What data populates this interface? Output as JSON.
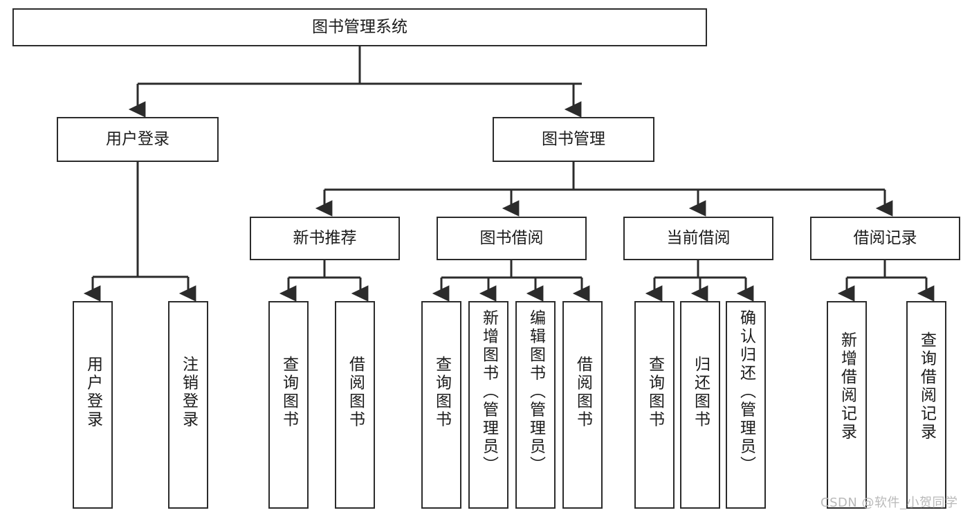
{
  "diagram": {
    "type": "tree",
    "title": "图书管理系统",
    "watermark": "CSDN @软件_小贺同学",
    "colors": {
      "background": "#ffffff",
      "stroke": "#2b2b2b",
      "text": "#1b1b1b",
      "watermark": "#b9b9b9"
    },
    "nodes": {
      "root": {
        "label": "图书管理系统",
        "orientation": "horizontal"
      },
      "level2": [
        {
          "label": "用户登录",
          "orientation": "horizontal"
        },
        {
          "label": "图书管理",
          "orientation": "horizontal"
        }
      ],
      "level3": [
        {
          "label": "新书推荐",
          "orientation": "horizontal"
        },
        {
          "label": "图书借阅",
          "orientation": "horizontal"
        },
        {
          "label": "当前借阅",
          "orientation": "horizontal"
        },
        {
          "label": "借阅记录",
          "orientation": "horizontal"
        }
      ],
      "leaves_user_login": [
        {
          "label": "用户登录",
          "orientation": "vertical"
        },
        {
          "label": "注销登录",
          "orientation": "vertical"
        }
      ],
      "leaves_new_book": [
        {
          "label": "查询图书",
          "orientation": "vertical"
        },
        {
          "label": "借阅图书",
          "orientation": "vertical"
        }
      ],
      "leaves_borrow": [
        {
          "label": "查询图书",
          "orientation": "vertical"
        },
        {
          "label": "新增图书（管理员）",
          "orientation": "vertical"
        },
        {
          "label": "编辑图书（管理员）",
          "orientation": "vertical"
        },
        {
          "label": "借阅图书",
          "orientation": "vertical"
        }
      ],
      "leaves_current": [
        {
          "label": "查询图书",
          "orientation": "vertical"
        },
        {
          "label": "归还图书",
          "orientation": "vertical"
        },
        {
          "label": "确认归还（管理员）",
          "orientation": "vertical"
        }
      ],
      "leaves_record": [
        {
          "label": "新增借阅记录",
          "orientation": "vertical"
        },
        {
          "label": "查询借阅记录",
          "orientation": "vertical"
        }
      ]
    },
    "edges": [
      {
        "from": "图书管理系统",
        "to": "用户登录"
      },
      {
        "from": "图书管理系统",
        "to": "图书管理"
      },
      {
        "from": "用户登录",
        "to": "用户登录(叶)"
      },
      {
        "from": "用户登录",
        "to": "注销登录"
      },
      {
        "from": "图书管理",
        "to": "新书推荐"
      },
      {
        "from": "图书管理",
        "to": "图书借阅"
      },
      {
        "from": "图书管理",
        "to": "当前借阅"
      },
      {
        "from": "图书管理",
        "to": "借阅记录"
      },
      {
        "from": "新书推荐",
        "to": "查询图书"
      },
      {
        "from": "新书推荐",
        "to": "借阅图书"
      },
      {
        "from": "图书借阅",
        "to": "查询图书"
      },
      {
        "from": "图书借阅",
        "to": "新增图书（管理员）"
      },
      {
        "from": "图书借阅",
        "to": "编辑图书（管理员）"
      },
      {
        "from": "图书借阅",
        "to": "借阅图书"
      },
      {
        "from": "当前借阅",
        "to": "查询图书"
      },
      {
        "from": "当前借阅",
        "to": "归还图书"
      },
      {
        "from": "当前借阅",
        "to": "确认归还（管理员）"
      },
      {
        "from": "借阅记录",
        "to": "新增借阅记录"
      },
      {
        "from": "借阅记录",
        "to": "查询借阅记录"
      }
    ]
  }
}
